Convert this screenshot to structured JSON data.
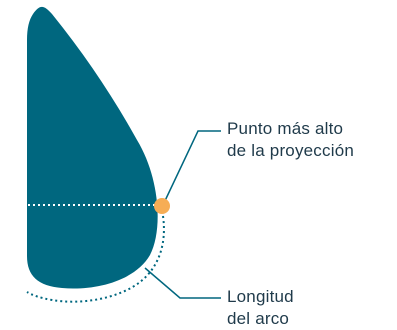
{
  "labels": {
    "peak_projection": [
      "Punto más alto",
      "de la proyección"
    ],
    "arc_length": [
      "Longitud",
      "del arco"
    ]
  },
  "colors": {
    "shape_fill": "#00677f",
    "point_fill": "#f6ad55",
    "leader_line": "#00677f",
    "dotted_line_on_shape": "#ffffff",
    "dotted_arc": "#00677f",
    "text": "#1f3a4a"
  }
}
